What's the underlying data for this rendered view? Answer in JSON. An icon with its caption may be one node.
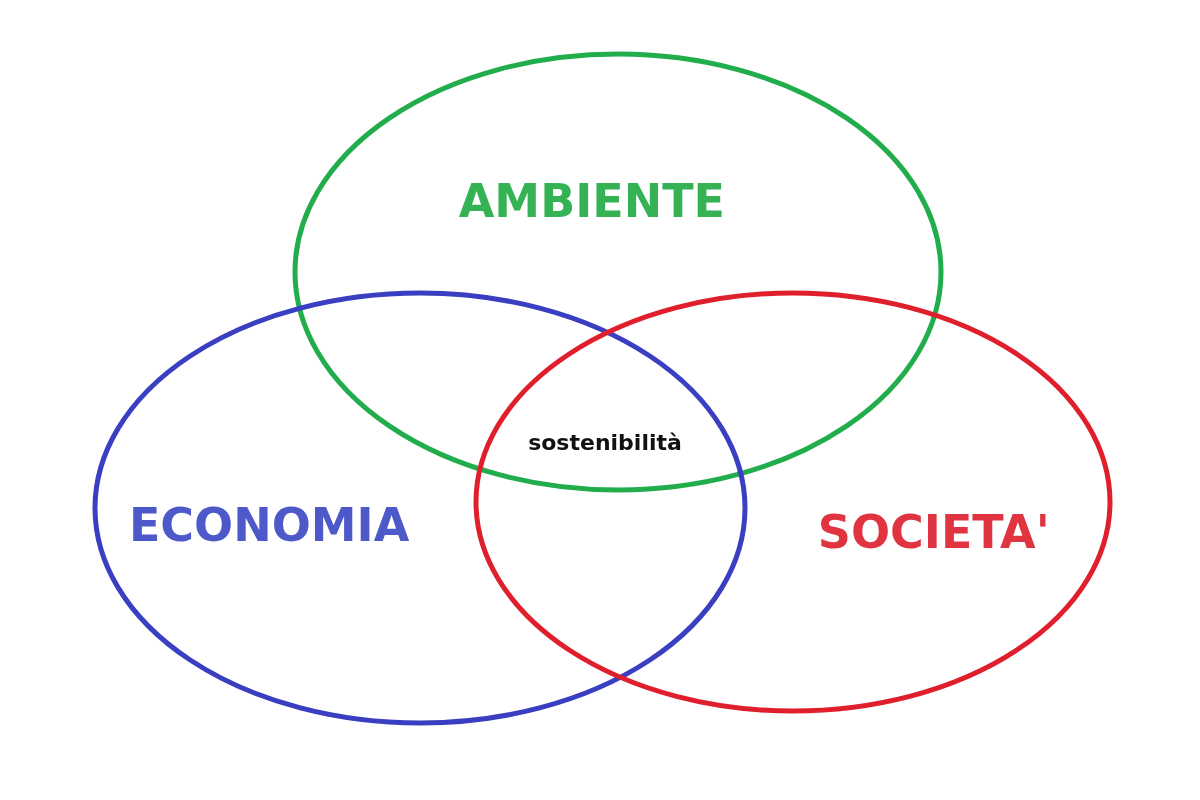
{
  "diagram": {
    "nodes": [
      {
        "text": [
          "AMBIENTE"
        ]
      },
      {
        "text": [
          "ECONOMIA"
        ]
      },
      {
        "text": [
          "SOCIETA'"
        ]
      }
    ],
    "labels": [
      "sostenibilità"
    ]
  }
}
